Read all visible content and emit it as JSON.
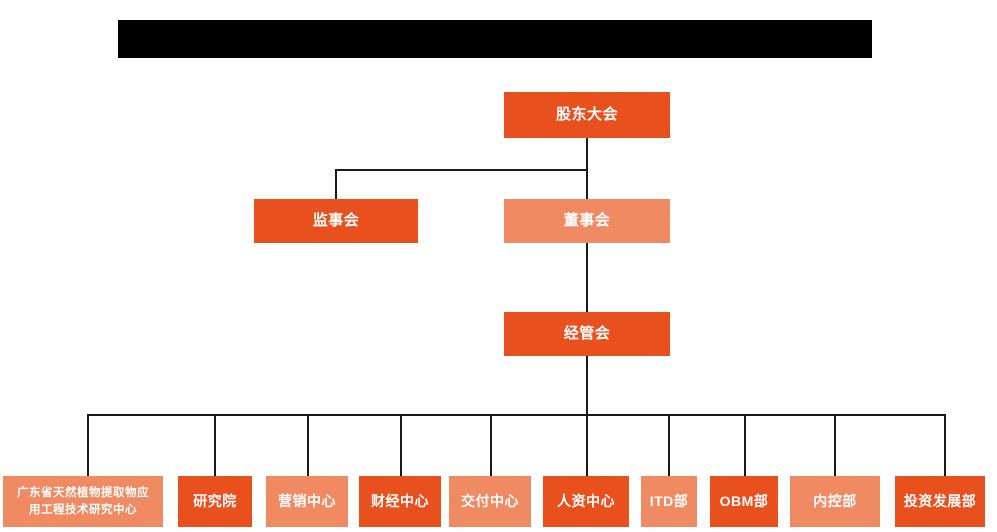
{
  "chart_data": {
    "type": "diagram",
    "diagram_type": "organization-chart",
    "title": "",
    "orientation": "top-down",
    "colors": {
      "primary_dark_orange": "#e8501e",
      "secondary_light_orange": "#f08a63",
      "connector": "#1a1a1a",
      "background": "#ffffff",
      "node_text": "#ffffff",
      "redaction": "#000000"
    },
    "levels": [
      {
        "level": 1,
        "nodes": [
          {
            "id": "shareholders",
            "label": "股东大会",
            "fill": "dark"
          }
        ]
      },
      {
        "level": 2,
        "nodes": [
          {
            "id": "supervisors",
            "label": "监事会",
            "fill": "dark",
            "parent": "shareholders"
          },
          {
            "id": "directors",
            "label": "董事会",
            "fill": "light",
            "parent": "shareholders"
          }
        ]
      },
      {
        "level": 3,
        "nodes": [
          {
            "id": "management",
            "label": "经管会",
            "fill": "dark",
            "parent": "directors"
          }
        ]
      },
      {
        "level": 4,
        "parent": "management",
        "nodes": [
          {
            "id": "rnd-center",
            "label": "广东省天然植物提取物应用工程技术研究中心",
            "label_line1": "广东省天然植物提取物应",
            "label_line2": "用工程技术研究中心",
            "fill": "light"
          },
          {
            "id": "research-institute",
            "label": "研究院",
            "fill": "dark"
          },
          {
            "id": "marketing-center",
            "label": "营销中心",
            "fill": "light"
          },
          {
            "id": "finance-center",
            "label": "财经中心",
            "fill": "dark"
          },
          {
            "id": "delivery-center",
            "label": "交付中心",
            "fill": "light"
          },
          {
            "id": "hr-center",
            "label": "人资中心",
            "fill": "dark"
          },
          {
            "id": "itd-dept",
            "label": "ITD部",
            "fill": "light"
          },
          {
            "id": "obm-dept",
            "label": "OBM部",
            "fill": "dark"
          },
          {
            "id": "internal-control-dept",
            "label": "内控部",
            "fill": "light"
          },
          {
            "id": "investment-development-dept",
            "label": "投资发展部",
            "fill": "dark"
          }
        ]
      }
    ],
    "redaction_bar": {
      "present": true,
      "label": "",
      "note": "solid black bar, no legible text"
    }
  },
  "nodes": {
    "shareholders": {
      "label": "股东大会"
    },
    "supervisors": {
      "label": "监事会"
    },
    "directors": {
      "label": "董事会"
    },
    "management": {
      "label": "经管会"
    },
    "rnd_center_line1": {
      "label": "广东省天然植物提取物应"
    },
    "rnd_center_line2": {
      "label": "用工程技术研究中心"
    },
    "research_institute": {
      "label": "研究院"
    },
    "marketing_center": {
      "label": "营销中心"
    },
    "finance_center": {
      "label": "财经中心"
    },
    "delivery_center": {
      "label": "交付中心"
    },
    "hr_center": {
      "label": "人资中心"
    },
    "itd_dept": {
      "label": "ITD部"
    },
    "obm_dept": {
      "label": "OBM部"
    },
    "internal_control_dept": {
      "label": "内控部"
    },
    "investment_development_dept": {
      "label": "投资发展部"
    }
  }
}
